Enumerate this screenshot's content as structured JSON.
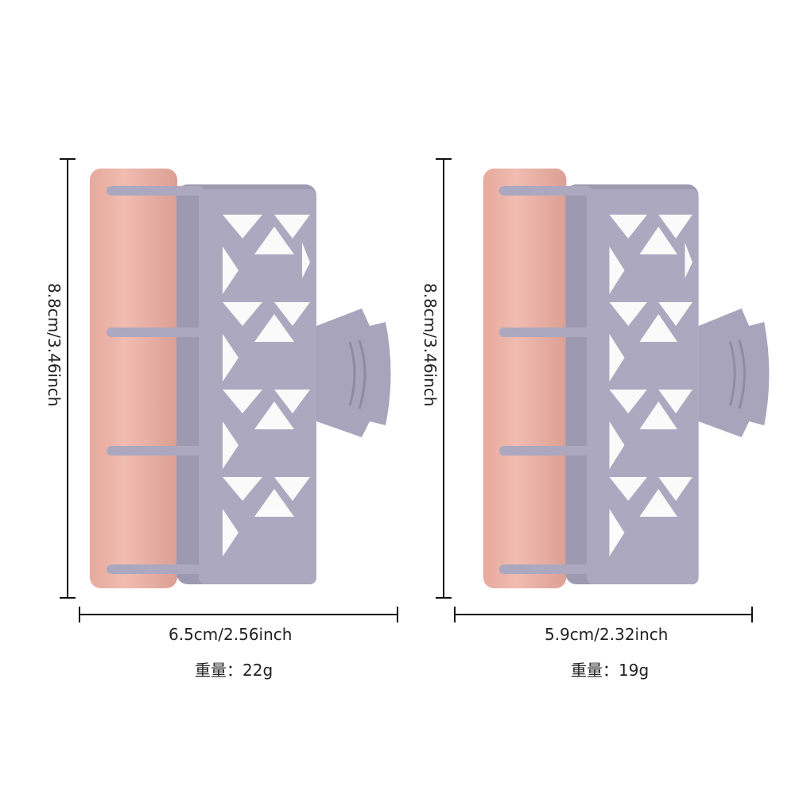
{
  "products": [
    {
      "height": "8.8cm/3.46inch",
      "width": "6.5cm/2.56inch",
      "weight": "重量：22g"
    },
    {
      "height": "8.8cm/3.46inch",
      "width": "5.9cm/2.32inch",
      "weight": "重量：19g"
    }
  ],
  "colors": {
    "roller": "#e9b2a6",
    "clip": "#a9a7bd",
    "line": "#111111"
  }
}
